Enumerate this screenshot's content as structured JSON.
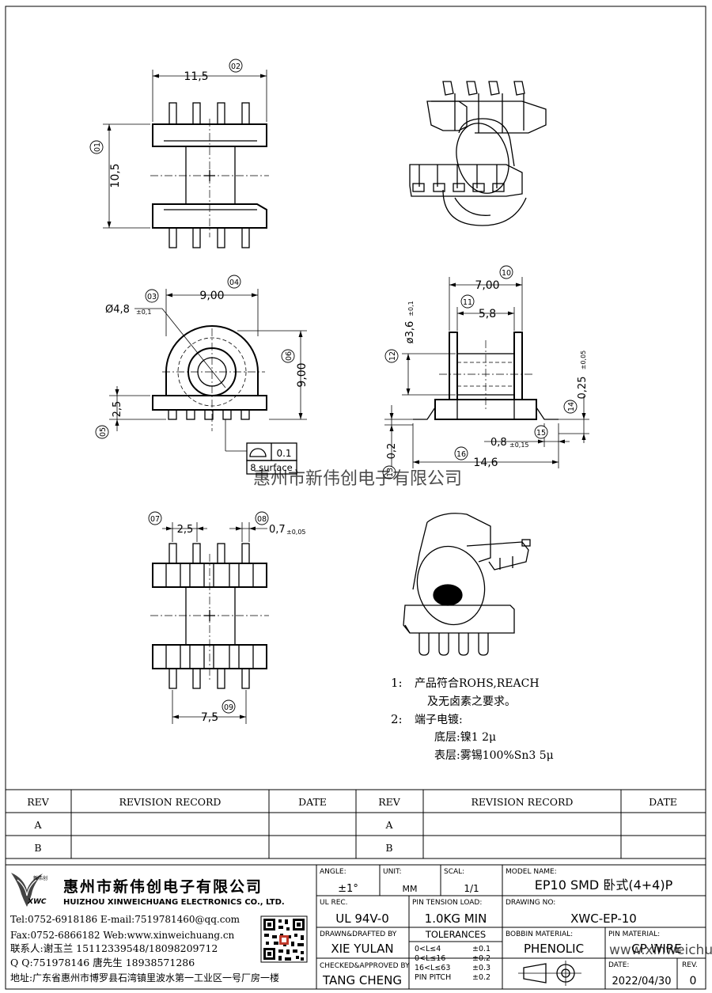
{
  "dimensions": {
    "d02": "11,5",
    "d01": "10,5",
    "d04": "9,00",
    "d03": "Ø4,8",
    "d03_tol": "±0,1",
    "d06": "9,00",
    "d05": "2,5",
    "d10": "7,00",
    "d11": "5,8",
    "d12": "ø3,6",
    "d12_tol": "±0,1",
    "d14": "0,25",
    "d14_tol": "±0,05",
    "d15": "0,8",
    "d15_tol": "±0,15",
    "d16": "14,6",
    "d13": "0,2",
    "d07": "2,5",
    "d08": "0,7",
    "d08_tol": "±0,05",
    "d09": "7,5"
  },
  "balloons": [
    "01",
    "02",
    "03",
    "04",
    "05",
    "06",
    "07",
    "08",
    "09",
    "10",
    "11",
    "12",
    "13",
    "14",
    "15",
    "16"
  ],
  "tolerance_frame": {
    "value": "0.1",
    "datum": "8 surface"
  },
  "watermark": "惠州市新伟创电子有限公司",
  "notes": {
    "n1_num": "1:",
    "n1_line1": "产品符合ROHS,REACH",
    "n1_line2": "及无卤素之要求。",
    "n2_num": "2:",
    "n2_line1": "端子电镀:",
    "n2_line2": "底层:镍1 2μ",
    "n2_line3": "表层:雾锡100%Sn3 5μ"
  },
  "revision": {
    "headers": [
      "REV",
      "REVISION RECORD",
      "DATE",
      "REV",
      "REVISION RECORD",
      "DATE"
    ],
    "rows": [
      [
        "A",
        "",
        "",
        "A",
        "",
        ""
      ],
      [
        "B",
        "",
        "",
        "B",
        "",
        ""
      ]
    ]
  },
  "company": {
    "logo_text": "XWC",
    "logo_small": "新伟创",
    "name_cn": "惠州市新伟创电子有限公司",
    "name_en": "HUIZHOU XINWEICHUANG ELECTRONICS CO., LTD.",
    "tel": "Tel:0752-6918186 E-mail:7519781460@qq.com",
    "fax": "Fax:0752-6866182 Web:www.xinweichuang.cn",
    "contact": "联系人:谢玉兰 15112339548/18098209712",
    "qq": "Q Q:751978146   唐先生 18938571286",
    "address": "地址:广东省惠州市博罗县石湾镇里波水第一工业区一号厂房一楼"
  },
  "title_block": {
    "angle_label": "ANGLE:",
    "angle_value": "±1°",
    "unit_label": "UNIT:",
    "unit_value": "MM",
    "scale_label": "SCAL:",
    "scale_value": "1/1",
    "model_label": "MODEL NAME:",
    "model_value": "EP10 SMD 卧式(4+4)P",
    "ul_label": "UL REC.",
    "ul_value": "UL 94V-0",
    "pin_tension_label": "PIN TENSION LOAD:",
    "pin_tension_value": "1.0KG MIN",
    "drawing_no_label": "DRAWING NO:",
    "drawing_no_value": "XWC-EP-10",
    "drawn_label": "DRAWN&DRAFTED BY",
    "drawn_value": "XIE YULAN",
    "tolerances_label": "TOLERANCES",
    "tol_rows": [
      [
        "0<L≤4",
        "±0.1"
      ],
      [
        "0<L≤16",
        "±0.2"
      ],
      [
        "16<L≤63",
        "±0.3"
      ],
      [
        "PIN PITCH",
        "±0.2"
      ]
    ],
    "bobbin_label": "BOBBIN MATERIAL:",
    "bobbin_value": "PHENOLIC",
    "pin_mat_label": "PIN MATERIAL:",
    "pin_mat_value": "CP WIRE",
    "checked_label": "CHECKED&APPROVED BY",
    "checked_value": "TANG CHENG",
    "date_label": "DATE:",
    "date_value": "2022/04/30",
    "rev_label": "REV.",
    "rev_value": "0",
    "watermark2": "www.xinweichuang.cn"
  }
}
